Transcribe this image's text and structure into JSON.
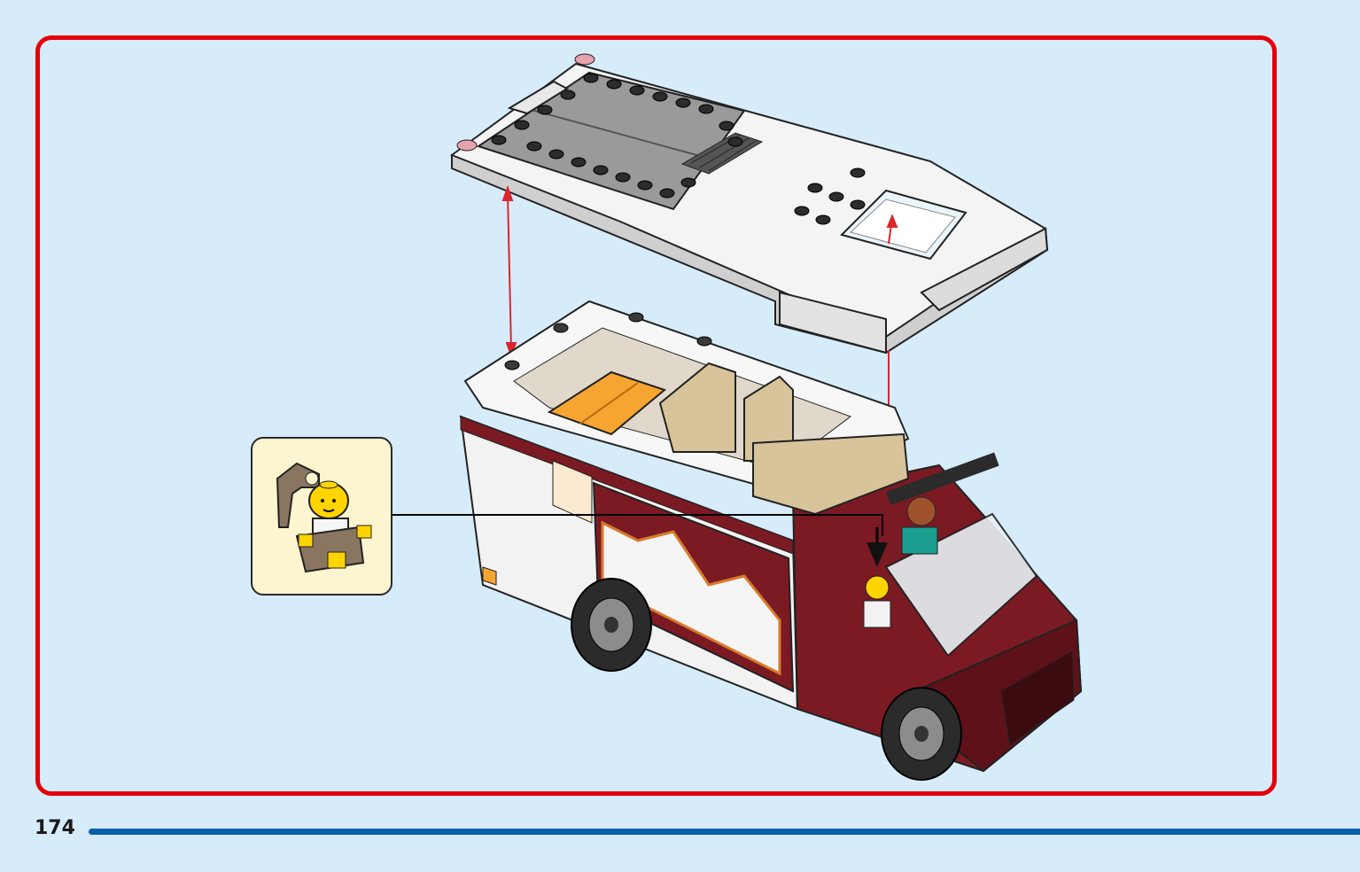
{
  "page": {
    "number": "174",
    "background_color": "#d6ecfb"
  },
  "step": {
    "frame_color": "#e3000b",
    "callout_background": "#fdf5cf",
    "arrow_color": "#d9262d",
    "footer_bar_color": "#0a5fad"
  },
  "icons": {
    "roof": "camper-roof-assembly",
    "vehicle": "camper-van-model",
    "callout": "minifigure-in-seat-icon",
    "placement_arrow": "down-arrow-indicator-icon"
  }
}
